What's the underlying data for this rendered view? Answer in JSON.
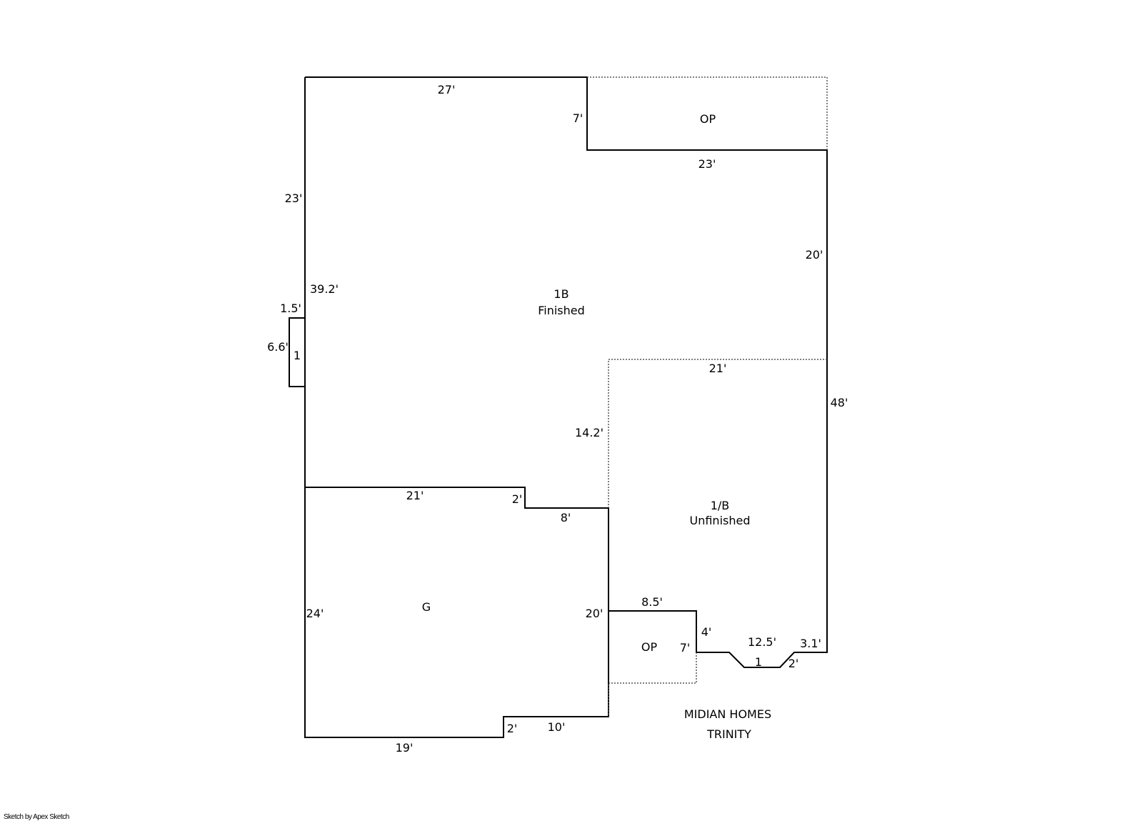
{
  "rooms": {
    "main": {
      "code": "1B",
      "name": "Finished"
    },
    "basement": {
      "code": "1/B",
      "name": "Unfinished"
    },
    "garage": {
      "code": "G"
    },
    "porch_top": {
      "code": "OP"
    },
    "porch_bottom": {
      "code": "OP"
    },
    "left_bump": {
      "code": "1"
    },
    "bay": {
      "code": "1"
    }
  },
  "dimensions": {
    "top": "27'",
    "porch_top_side": "7'",
    "porch_top_bottom": "23'",
    "left_upper": "23'",
    "left_inner": "39.2'",
    "bump_width": "1.5'",
    "bump_height": "6.6'",
    "right_upper": "20'",
    "right_overall": "48'",
    "basement_top": "21'",
    "basement_left": "14.2'",
    "garage_top": "21'",
    "garage_step": "2'",
    "garage_step_width": "8'",
    "garage_left": "24'",
    "garage_right": "20'",
    "garage_bottom": "19'",
    "garage_bottom_step": "2'",
    "garage_bottom_right": "10'",
    "porch_bottom_top": "8.5'",
    "porch_bottom_side": "7'",
    "porch_step": "4'",
    "bay_span": "12.5'",
    "bay_right": "3.1'",
    "bay_depth": "2'"
  },
  "title": {
    "line1": "MIDIAN HOMES",
    "line2": "TRINITY"
  },
  "footer": "Sketch by Apex Sketch"
}
